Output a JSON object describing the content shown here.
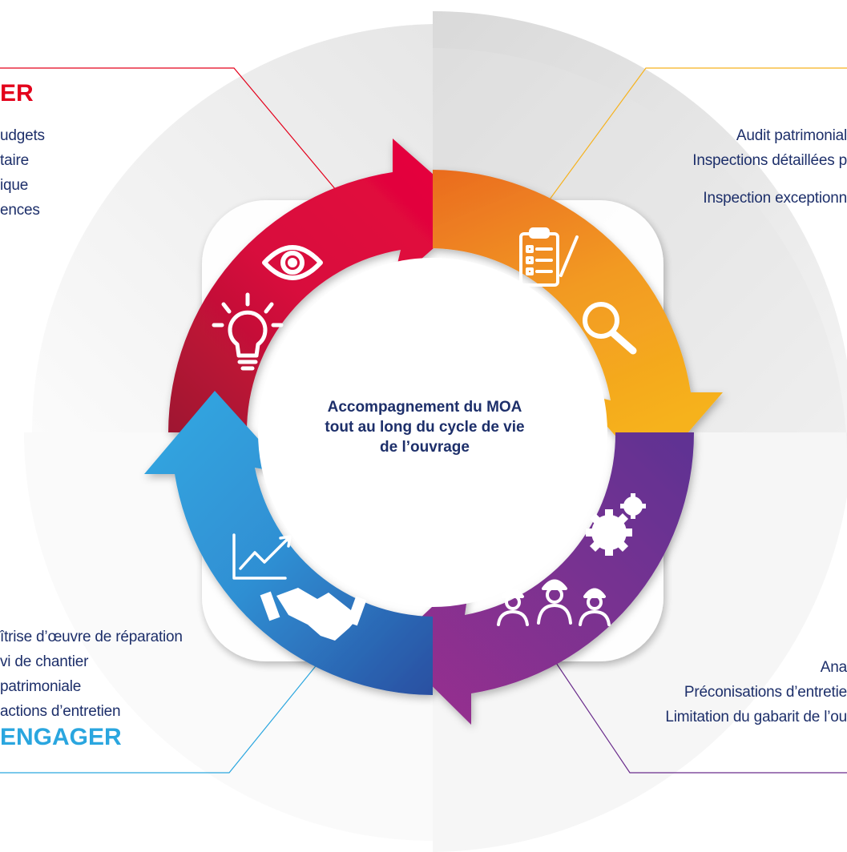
{
  "center": {
    "line1": "Accompagnement du MOA",
    "line2": "tout au long du cycle de vie",
    "line3": "de l’ouvrage"
  },
  "top_left": {
    "title": "ER",
    "lines": [
      "udgets",
      "taire",
      "ique",
      "ences"
    ]
  },
  "top_right": {
    "lines": [
      "Audit patrimonial",
      "Inspections détaillées p",
      "Inspection exceptionn"
    ]
  },
  "bottom_left": {
    "lines": [
      "îtrise d’œuvre de réparation",
      "vi de chantier",
      "patrimoniale",
      "actions d’entretien"
    ],
    "title": "ENGAGER"
  },
  "bottom_right": {
    "lines": [
      "Ana",
      "Préconisations d’entretie",
      "Limitation du gabarit de l’ou"
    ]
  },
  "colors": {
    "red": "#e3001b",
    "orange": "#f39a1e",
    "purple": "#7b2f8e",
    "blue": "#2aa6df",
    "navy": "#1d2f6a"
  },
  "icons": [
    "eye-icon",
    "lightbulb-icon",
    "clipboard-icon",
    "magnifier-icon",
    "gears-icon",
    "workers-icon",
    "growth-chart-icon",
    "handshake-icon"
  ]
}
